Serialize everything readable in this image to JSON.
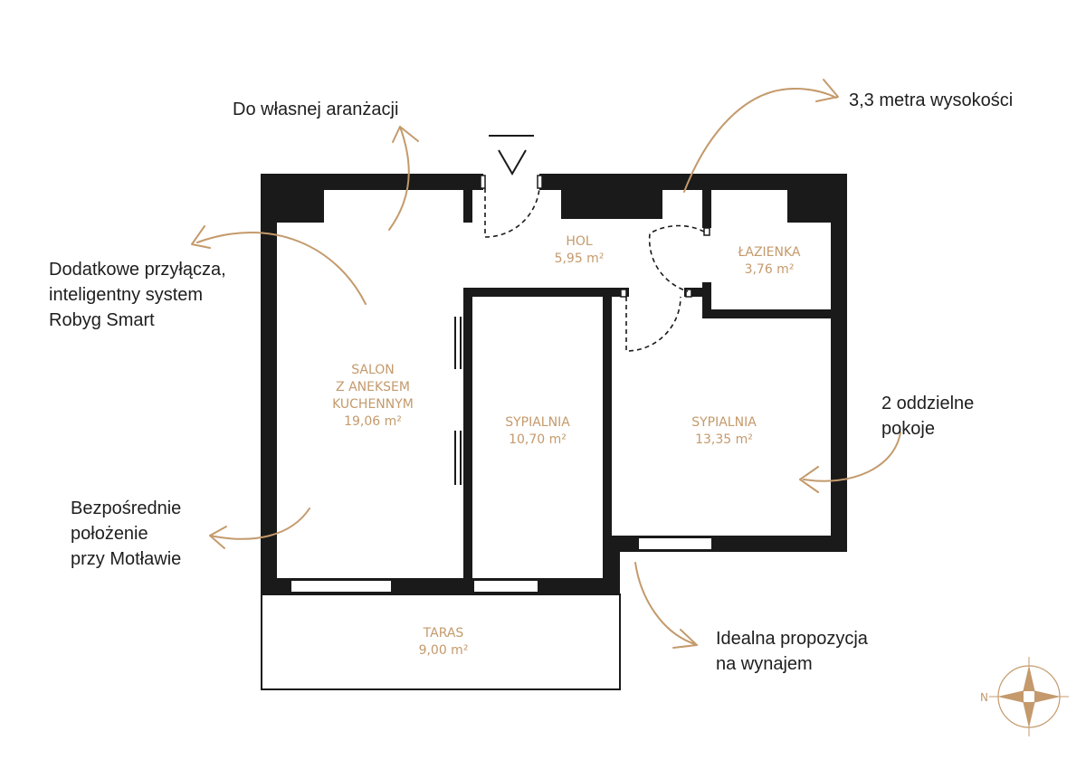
{
  "colors": {
    "wall": "#1a1a1a",
    "accent": "#c49a6c",
    "text": "#1e1e1e"
  },
  "rooms": {
    "hol": {
      "name": "HOL",
      "area": "5,95 m²"
    },
    "lazienka": {
      "name": "ŁAZIENKA",
      "area": "3,76 m²"
    },
    "salon": {
      "name_lines": [
        "SALON",
        "Z ANEKSEM",
        "KUCHENNYM"
      ],
      "area": "19,06 m²"
    },
    "sypialnia1": {
      "name": "SYPIALNIA",
      "area": "10,70 m²"
    },
    "sypialnia2": {
      "name": "SYPIALNIA",
      "area": "13,35 m²"
    },
    "taras": {
      "name": "TARAS",
      "area": "9,00 m²"
    }
  },
  "annotations": {
    "aranzacja": [
      "Do własnej aranżacji"
    ],
    "wysokosc": [
      "3,3 metra wysokości"
    ],
    "przylacza": [
      "Dodatkowe przyłącza,",
      "inteligentny system",
      "Robyg Smart"
    ],
    "pokoje": [
      "2 oddzielne",
      "pokoje"
    ],
    "motlawa": [
      "Bezpośrednie",
      "położenie",
      "przy Motławie"
    ],
    "wynajem": [
      "Idealna propozycja",
      "na wynajem"
    ]
  },
  "compass": {
    "north_label": "N",
    "icon": "compass-rose-icon"
  }
}
